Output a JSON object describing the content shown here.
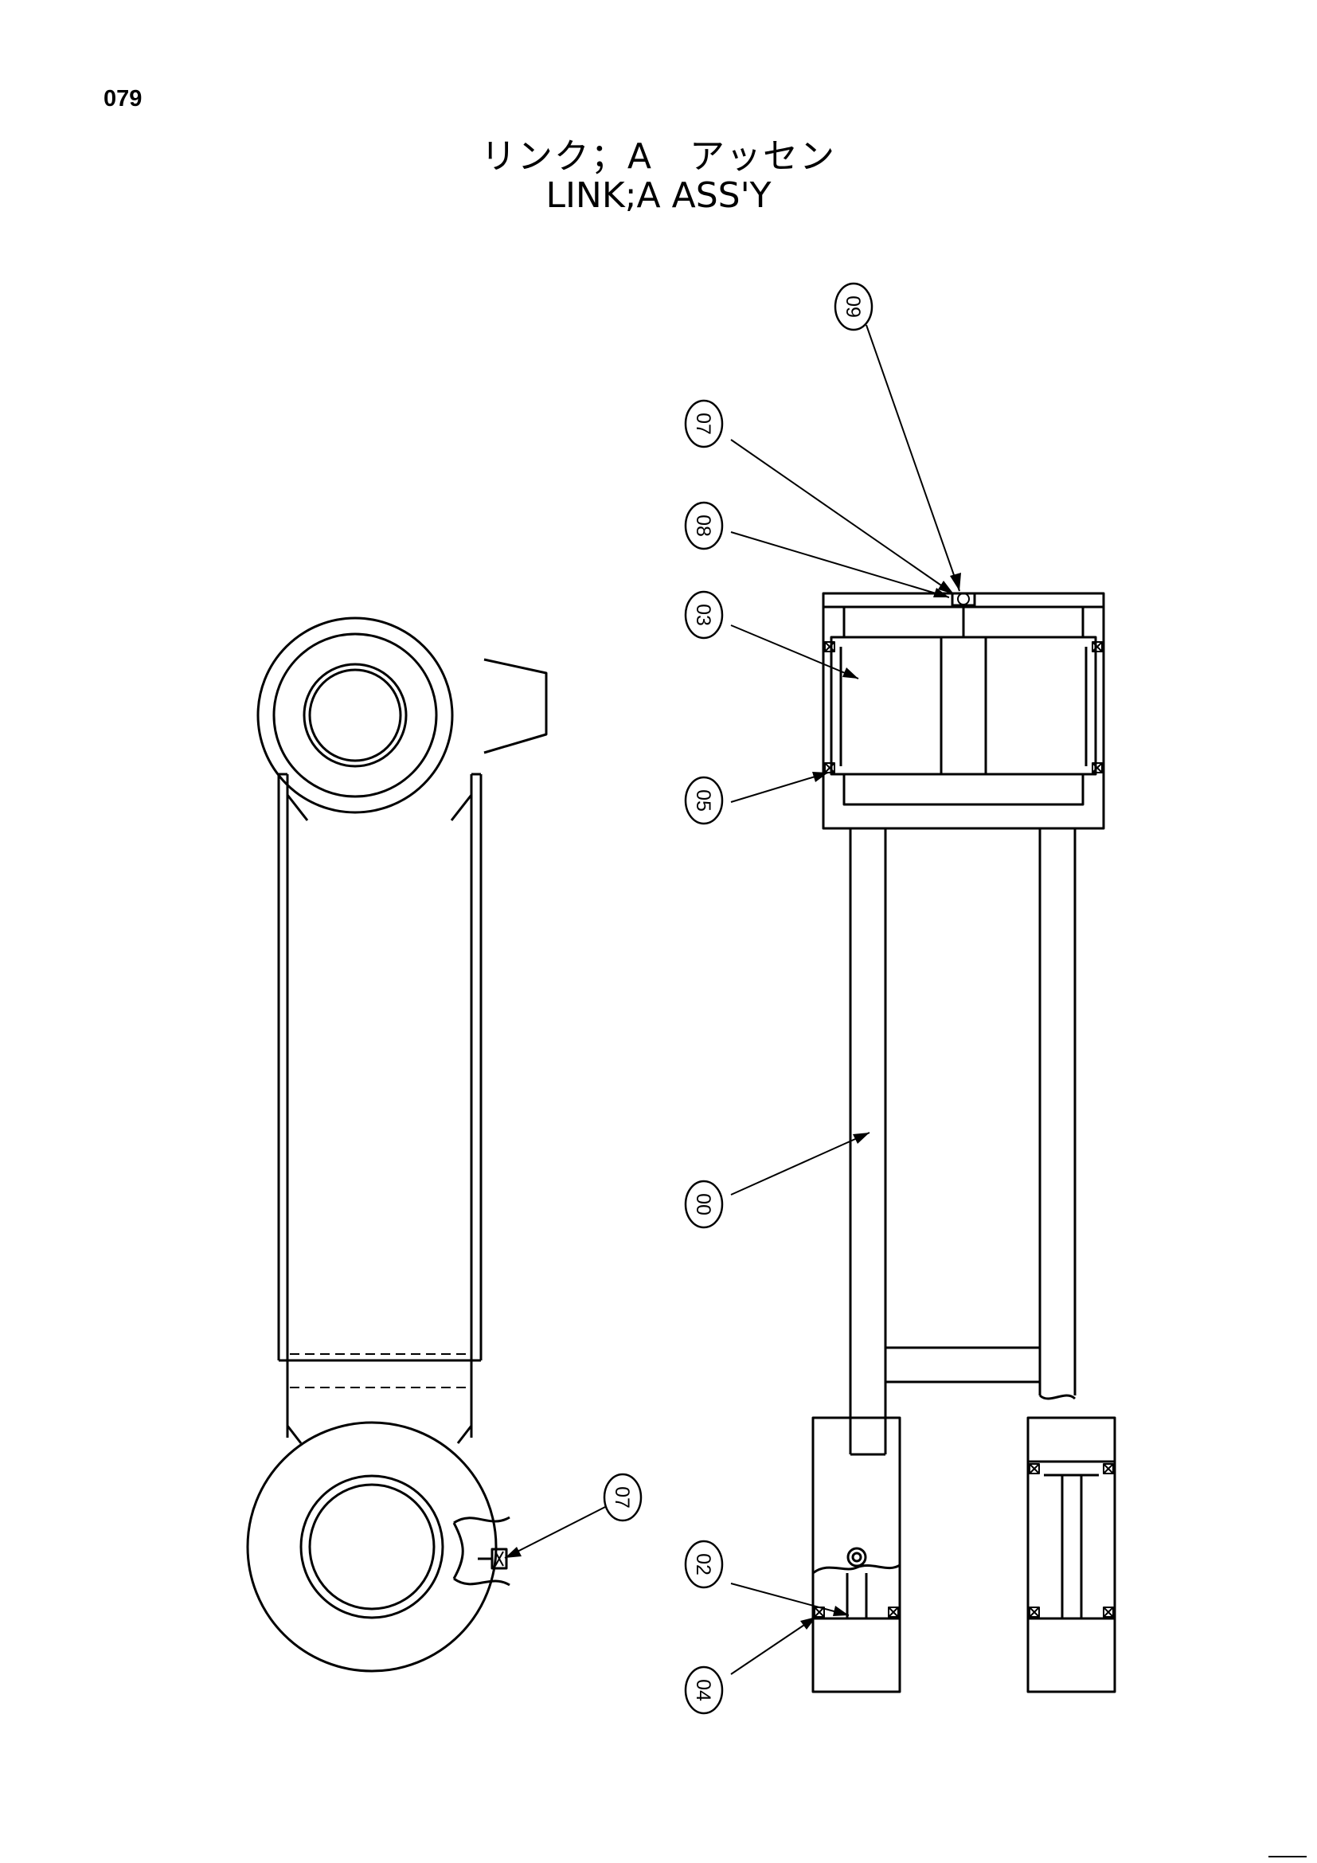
{
  "page": {
    "number": "079",
    "title_ja": "リンク；A　アッセン",
    "title_en": "LINK;A ASS'Y"
  },
  "callouts": [
    {
      "id": "09",
      "label": "09"
    },
    {
      "id": "07-top",
      "label": "07"
    },
    {
      "id": "08",
      "label": "08"
    },
    {
      "id": "03",
      "label": "03"
    },
    {
      "id": "05",
      "label": "05"
    },
    {
      "id": "00",
      "label": "00"
    },
    {
      "id": "07-left",
      "label": "07"
    },
    {
      "id": "02",
      "label": "02"
    },
    {
      "id": "04",
      "label": "04"
    }
  ]
}
